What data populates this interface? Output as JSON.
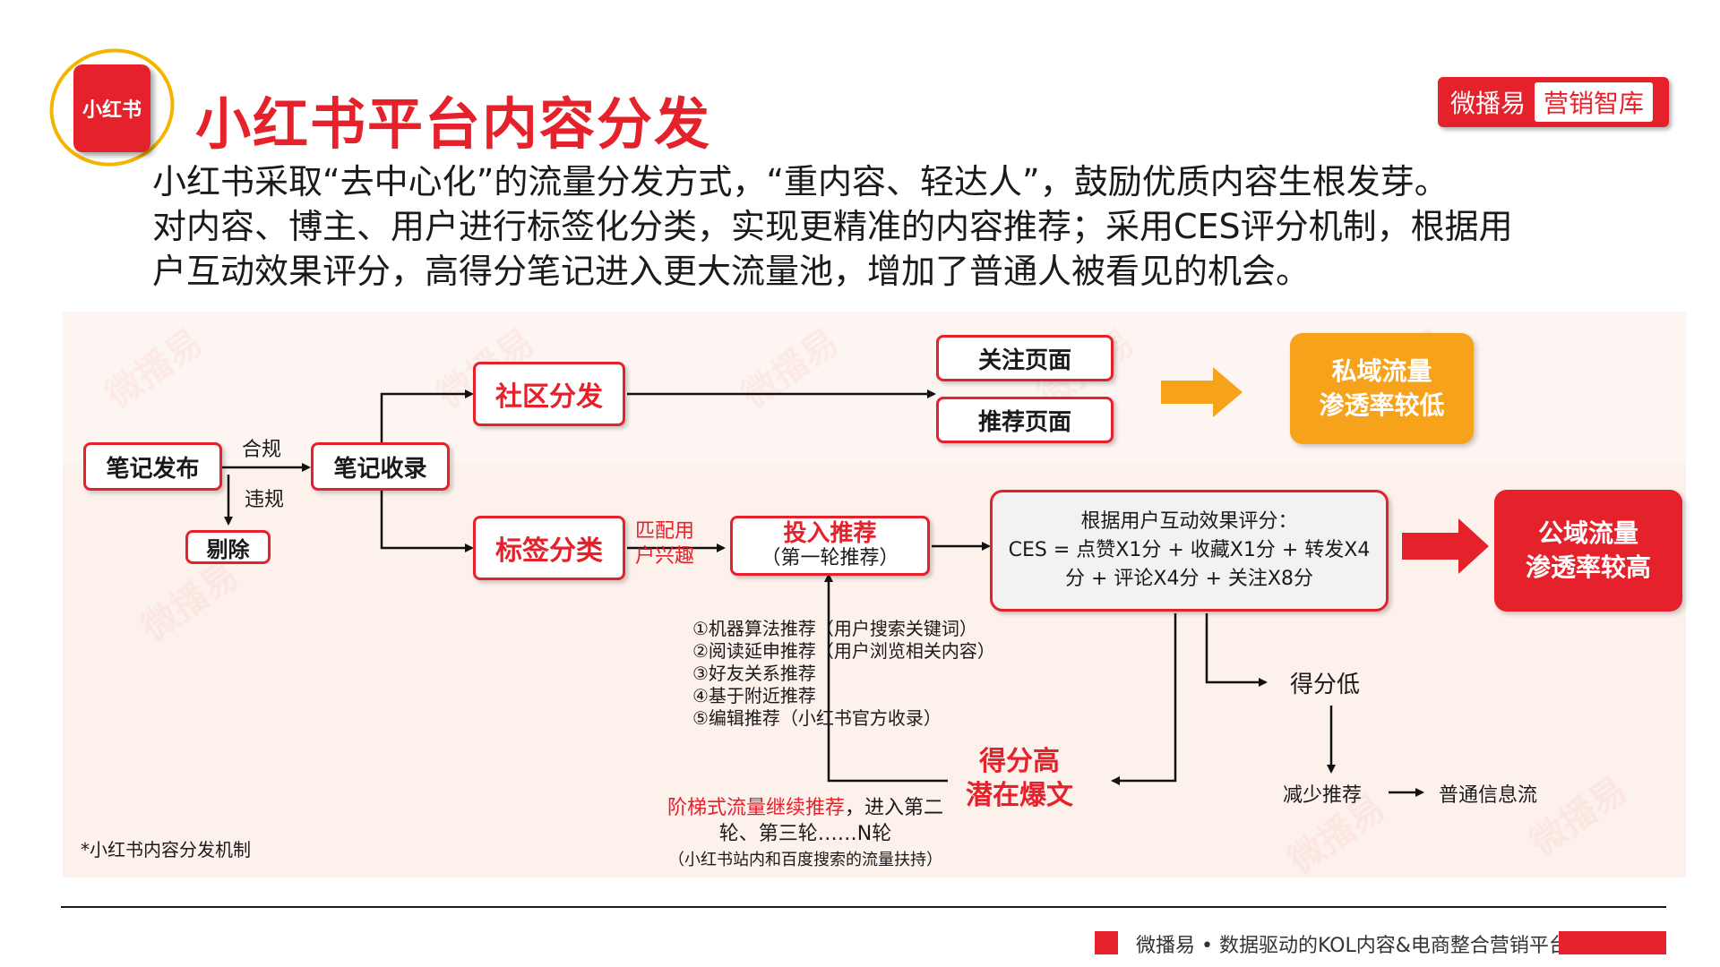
{
  "header": {
    "logo_text": "小红书",
    "title": "小红书平台内容分发",
    "brand_left": "微播易",
    "brand_right": "营销智库"
  },
  "intro": {
    "lines": [
      "小红书采取“去中心化”的流量分发方式，“重内容、轻达人”，鼓励优质内容生根发芽。",
      "对内容、博主、用户进行标签化分类，实现更精准的内容推荐；采用CES评分机制，根据用",
      "户互动效果评分，高得分笔记进入更大流量池，增加了普通人被看见的机会。"
    ]
  },
  "diagram": {
    "publish": "笔记发布",
    "compliant": "合规",
    "violation": "违规",
    "delete": "剔除",
    "index": "笔记收录",
    "community": "社区分发",
    "follow_page": "关注页面",
    "recommend_page": "推荐页面",
    "private_l1": "私域流量",
    "private_l2": "渗透率较低",
    "tag": "标签分类",
    "match_l1": "匹配用",
    "match_l2": "户兴趣",
    "push_l1": "投入推荐",
    "push_l2": "（第一轮推荐）",
    "ces_title": "根据用户互动效果评分：",
    "ces_l1": "CES = 点赞X1分 + 收藏X1分 + 转发X4",
    "ces_l2": "分 + 评论X4分 + 关注X8分",
    "public_l1": "公域流量",
    "public_l2": "渗透率较高",
    "methods": [
      "①机器算法推荐（用户搜索关键词）",
      "②阅读延申推荐（用户浏览相关内容）",
      "③好友关系推荐",
      "④基于附近推荐",
      "⑤编辑推荐（小红书官方收录）"
    ],
    "low_score": "得分低",
    "reduce": "减少推荐",
    "normal_feed": "普通信息流",
    "high_l1": "得分高",
    "high_l2": "潜在爆文",
    "ladder_red": "阶梯式流量继续推荐",
    "ladder_rest": "，进入第二",
    "ladder_l2": "轮、第三轮……N轮",
    "ladder_l3": "（小红书站内和百度搜索的流量扶持）",
    "footnote": "*小红书内容分发机制",
    "watermark": "微播易"
  },
  "footer": {
    "text": "微播易 • 数据驱动的KOL内容&电商整合营销平台"
  },
  "colors": {
    "accent": "#e5222c",
    "orange": "#f7a21b",
    "panel": "#fdf1ec"
  }
}
